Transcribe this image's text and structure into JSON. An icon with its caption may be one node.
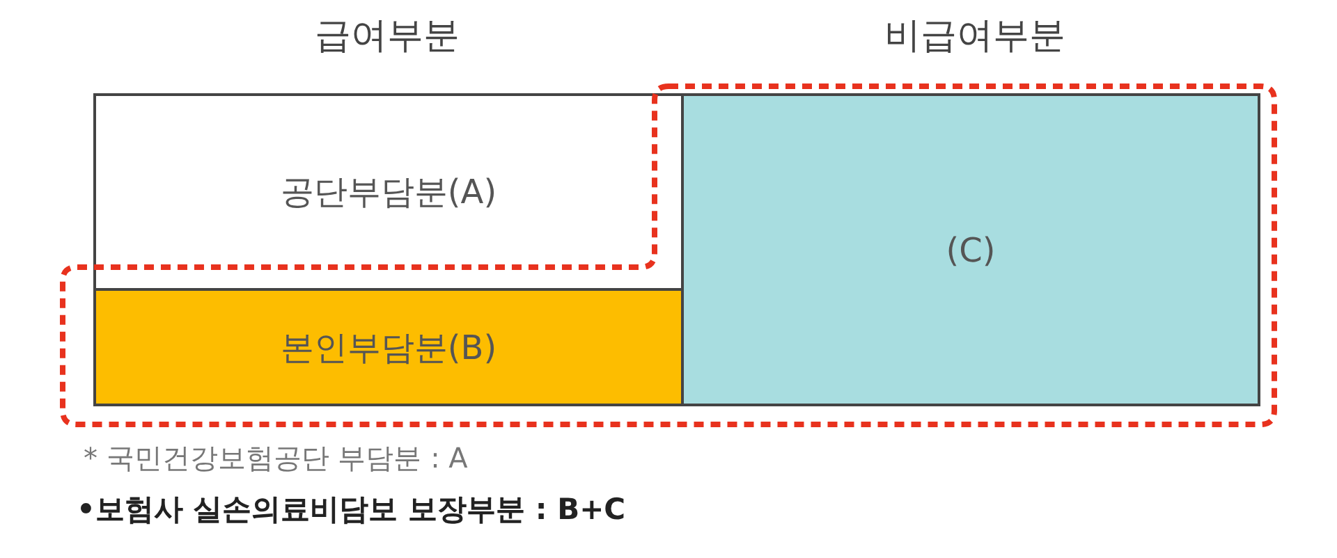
{
  "diagram": {
    "nodes": [
      {
        "text": [
          "공단부담분(A)"
        ]
      },
      {
        "text": [
          "본인부담분(B)"
        ]
      },
      {
        "text": [
          "(C)"
        ]
      }
    ],
    "labels": [
      "급여부분",
      "비급여부분",
      "* 국민건강보험공단 부담분 : A",
      "•보험사 실손의료비담보 보장부분 : B+C"
    ]
  }
}
